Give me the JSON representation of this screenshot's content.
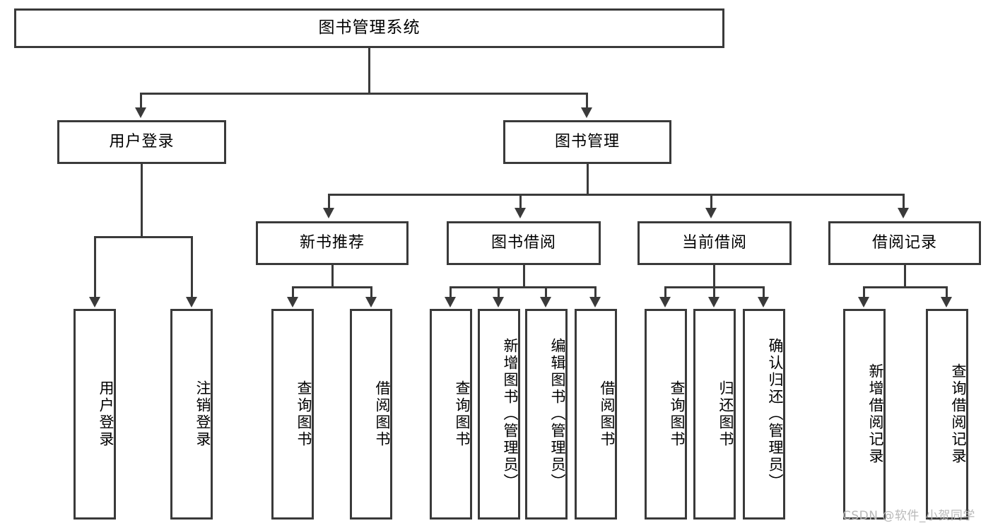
{
  "diagram": {
    "title": "图书管理系统",
    "type": "hierarchy-tree",
    "root": {
      "label": "图书管理系统"
    },
    "level2": [
      {
        "label": "用户登录"
      },
      {
        "label": "图书管理"
      }
    ],
    "level3": [
      {
        "label": "新书推荐"
      },
      {
        "label": "图书借阅"
      },
      {
        "label": "当前借阅"
      },
      {
        "label": "借阅记录"
      }
    ],
    "leaves": {
      "user_login": [
        {
          "label": "用户登录"
        },
        {
          "label": "注销登录"
        }
      ],
      "new_book_recommend": [
        {
          "label": "查询图书"
        },
        {
          "label": "借阅图书"
        }
      ],
      "book_borrow": [
        {
          "label": "查询图书"
        },
        {
          "label": "新增图书（管理员）"
        },
        {
          "label": "编辑图书（管理员）"
        },
        {
          "label": "借阅图书"
        }
      ],
      "current_borrow": [
        {
          "label": "查询图书"
        },
        {
          "label": "归还图书"
        },
        {
          "label": "确认归还（管理员）"
        }
      ],
      "borrow_record": [
        {
          "label": "新增借阅记录"
        },
        {
          "label": "查询借阅记录"
        }
      ]
    }
  },
  "watermark": {
    "text": "CSDN @软件_小贺同学"
  },
  "colors": {
    "stroke": "#3a3a3a",
    "background": "#ffffff",
    "text": "#000000",
    "watermark": "#b9b9b9"
  }
}
